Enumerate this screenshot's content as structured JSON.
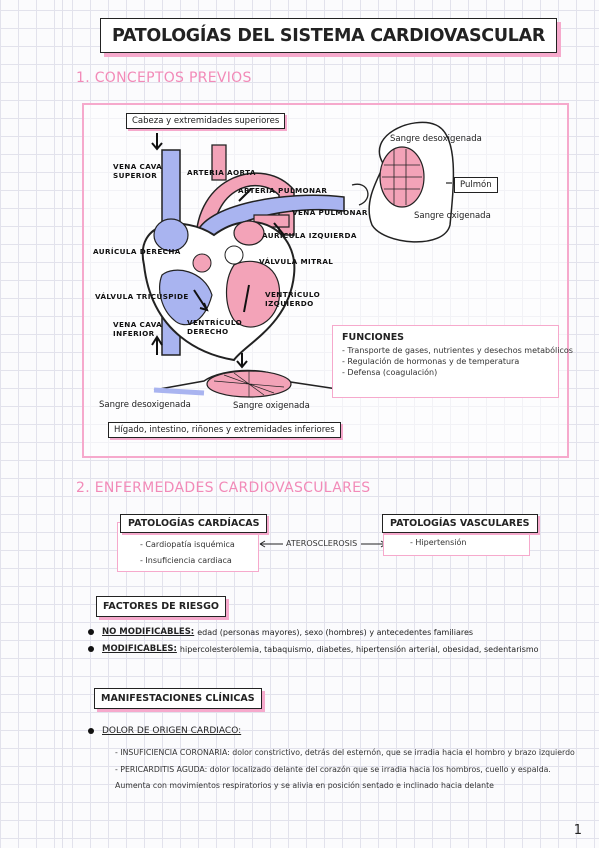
{
  "title": "PATOLOGÍAS DEL SISTEMA CARDIOVASCULAR",
  "section1": {
    "heading": "1. CONCEPTOS PREVIOS",
    "diagram": {
      "top_box": "Cabeza y extremidades superiores",
      "bottom_box": "Hígado, intestino, riñones y extremidades inferiores",
      "labels": {
        "vena_cava_superior": "VENA CAVA\nSUPERIOR",
        "arteria_aorta": "ARTERIA AORTA",
        "arteria_pulmonar": "ARTERIA PULMONAR",
        "vena_pulmonar": "VENA PULMONAR",
        "auricula_izquierda": "AURÍCULA IZQUIERDA",
        "auricula_derecha": "AURÍCULA DERECHA",
        "valvula_mitral": "VÁLVULA MITRAL",
        "valvula_tricuspide": "VÁLVULA TRICÚSPIDE",
        "ventriculo_izquierdo": "VENTRÍCULO\nIZQUIERDO",
        "vena_cava_inferior": "VENA CAVA\nINFERIOR",
        "ventriculo_derecho": "VENTRÍCULO\nDERECHO"
      },
      "sangre_desoxigenada": "Sangre desoxigenada",
      "sangre_oxigenada": "Sangre oxigenada",
      "pulmon": "Pulmón"
    },
    "funciones": {
      "title": "FUNCIONES",
      "items": [
        "- Transporte de gases, nutrientes y desechos metabólicos",
        "- Regulación de hormonas y de temperatura",
        "- Defensa (coagulación)"
      ]
    }
  },
  "section2": {
    "heading": "2. ENFERMEDADES CARDIOVASCULARES",
    "cardiacas": {
      "title": "PATOLOGÍAS CARDÍACAS",
      "items": [
        "- Cardiopatía isquémica",
        "- Insuficiencia cardiaca"
      ]
    },
    "aterosclerosis": "ATEROSCLEROSIS",
    "vasculares": {
      "title": "PATOLOGÍAS VASCULARES",
      "items": [
        "- Hipertensión"
      ]
    },
    "factores": {
      "title": "FACTORES DE RIESGO",
      "no_mod_label": "NO MODIFICABLES:",
      "no_mod_text": "edad (personas mayores), sexo (hombres) y antecedentes familiares",
      "mod_label": "MODIFICABLES:",
      "mod_text": "hipercolesterolemia, tabaquismo, diabetes, hipertensión arterial, obesidad, sedentarismo"
    },
    "manifestaciones": {
      "title": "MANIFESTACIONES CLÍNICAS",
      "dolor_label": "DOLOR DE ORIGEN CARDIACO:",
      "lines": [
        "- INSUFICIENCIA CORONARIA: dolor constrictivo, detrás del esternón, que se irradia hacia el hombro y brazo izquierdo",
        "- PERICARDITIS AGUDA: dolor localizado delante del corazón que se irradia hacia los hombros, cuello y espalda.",
        "Aumenta con movimientos respiratorios y se alivia en posición sentado e inclinado hacia delante"
      ]
    }
  },
  "page_number": "1",
  "colors": {
    "accent_pink": "#f6a9cc",
    "heading_pink": "#f28ab8",
    "vein_blue": "#a9b4f0",
    "artery_pink": "#f3a3b8"
  }
}
